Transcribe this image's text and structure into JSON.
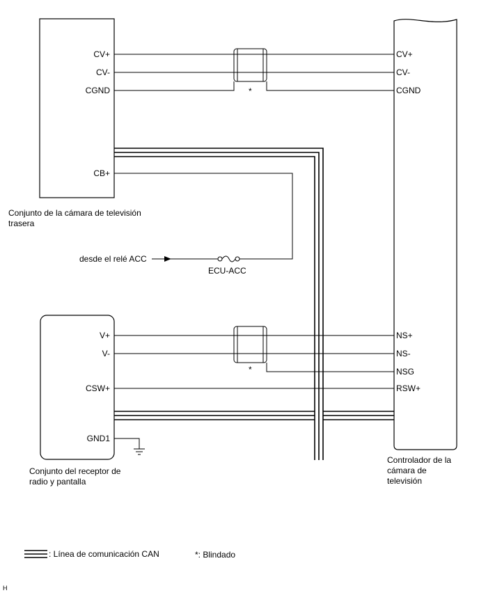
{
  "components": {
    "rear_camera": {
      "name_line1": "Conjunto de la cámara de televisión",
      "name_line2": "trasera",
      "pins": [
        "CV+",
        "CV-",
        "CGND",
        "CB+"
      ]
    },
    "camera_controller": {
      "name_line1": "Controlador de la",
      "name_line2": "cámara de",
      "name_line3": "televisión",
      "pins": [
        "CV+",
        "CV-",
        "CGND",
        "NS+",
        "NS-",
        "NSG",
        "RSW+"
      ]
    },
    "radio_receiver": {
      "name_line1": "Conjunto del receptor de",
      "name_line2": "radio y pantalla",
      "pins": [
        "V+",
        "V-",
        "CSW+",
        "GND1"
      ]
    }
  },
  "power": {
    "source_label": "desde el relé ACC",
    "fuse_label": "ECU-ACC"
  },
  "shield_marker": "*",
  "legend": {
    "can_line": ": Línea de comunicación CAN",
    "shielded": "*: Blindado"
  },
  "corner_mark": "H",
  "colors": {
    "line": "#000000",
    "background": "#ffffff"
  }
}
